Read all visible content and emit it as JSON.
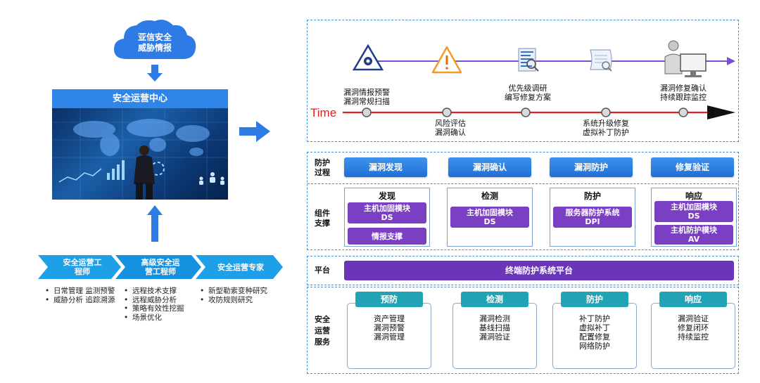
{
  "left": {
    "cloud_title": [
      "亚信安全",
      "威胁情报"
    ],
    "soc_title": "安全运营中心",
    "roles": [
      {
        "label": [
          "安全运营工",
          "程师"
        ],
        "items": [
          "日常管理 监测预警",
          "威胁分析 追踪溯源"
        ]
      },
      {
        "label": [
          "高级安全运",
          "营工程师"
        ],
        "items": [
          "远程技术支撑",
          "远程威胁分析",
          "策略有效性挖掘",
          "场景优化"
        ]
      },
      {
        "label": [
          "安全运营专家"
        ],
        "items": [
          "新型勒索变种研究",
          "攻防规则研究"
        ]
      }
    ]
  },
  "timeline": {
    "label": "Time",
    "top_labels": [
      [
        "漏洞情报预警",
        "漏洞常规扫描"
      ],
      [
        "优先级调研",
        "编写修复方案"
      ],
      [
        "漏洞修复确认",
        "持续跟踪监控"
      ]
    ],
    "bottom_labels": [
      [
        "风险评估",
        "漏洞确认"
      ],
      [
        "系统升级修复",
        "虚拟补丁防护"
      ]
    ]
  },
  "process": {
    "label": [
      "防护",
      "过程"
    ],
    "steps": [
      "漏洞发现",
      "漏洞确认",
      "漏洞防护",
      "修复验证"
    ]
  },
  "components": {
    "label": [
      "组件",
      "支撑"
    ],
    "columns": [
      {
        "title": "发现",
        "modules": [
          [
            "主机加固模块",
            "DS"
          ],
          [
            "情报支撑"
          ]
        ]
      },
      {
        "title": "检测",
        "modules": [
          [
            "主机加固模块",
            "DS"
          ]
        ]
      },
      {
        "title": "防护",
        "modules": [
          [
            "服务器防护系统",
            "DPI"
          ]
        ]
      },
      {
        "title": "响应",
        "modules": [
          [
            "主机加固模块",
            "DS"
          ],
          [
            "主机防护模块",
            "AV"
          ]
        ]
      }
    ]
  },
  "platform": {
    "label": "平台",
    "name": "终端防护系统平台"
  },
  "services": {
    "label": [
      "安全",
      "运营",
      "服务"
    ],
    "columns": [
      {
        "title": "预防",
        "items": [
          "资产管理",
          "漏洞预警",
          "漏洞管理"
        ]
      },
      {
        "title": "检测",
        "items": [
          "漏洞检测",
          "基线扫描",
          "漏洞验证"
        ]
      },
      {
        "title": "防护",
        "items": [
          "补丁防护",
          "虚拟补丁",
          "配置修复",
          "网络防护"
        ]
      },
      {
        "title": "响应",
        "items": [
          "漏洞验证",
          "修复闭环",
          "持续监控"
        ]
      }
    ]
  },
  "colors": {
    "blue": "#2f7be6",
    "purple": "#7b3fc4",
    "teal": "#1fa3b5",
    "timeline_red": "#e02020",
    "timeline_purple": "#7a4fd6"
  },
  "icons": [
    "cloud-icon",
    "biohazard-icon",
    "warning-icon",
    "document-scan-icon",
    "scroll-icon",
    "workstation-icon",
    "soc-operator-image"
  ]
}
